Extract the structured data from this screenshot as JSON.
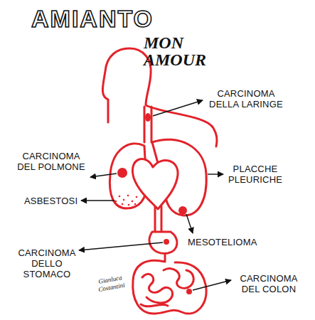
{
  "diagram": {
    "title": "AMIANTO",
    "labels": [
      "MON AMOUR",
      "CARCINOMA DELLA LARINGE",
      "CARCINOMA DEL POLMONE",
      "PLACCHE PLEURICHE",
      "ASBESTOSI",
      "CARCINOMA DELLO STOMACO",
      "MESOTELIOMA",
      "CARCINOMA DEL COLON",
      "Gianluca Costantini"
    ]
  }
}
